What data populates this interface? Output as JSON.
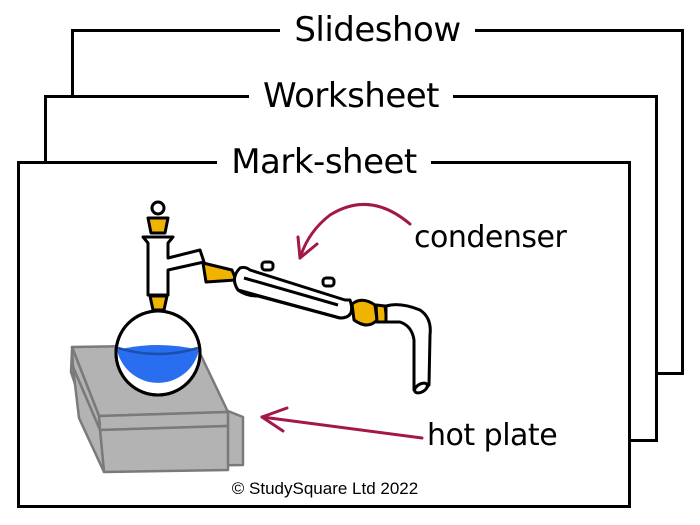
{
  "frames": [
    {
      "id": "back",
      "title": "Slideshow"
    },
    {
      "id": "middle",
      "title": "Worksheet"
    },
    {
      "id": "front",
      "title": "Mark-sheet"
    }
  ],
  "diagram": {
    "labels": {
      "condenser": "condenser",
      "hot_plate": "hot plate"
    },
    "colors": {
      "liquid": "#2a6ef0",
      "joint": "#f0b400",
      "arrow": "#a3174a",
      "hot_plate": "#b3b3b3",
      "hot_plate_edge": "#7a7a7a"
    }
  },
  "footer": {
    "copyright": "© StudySquare Ltd 2022"
  }
}
